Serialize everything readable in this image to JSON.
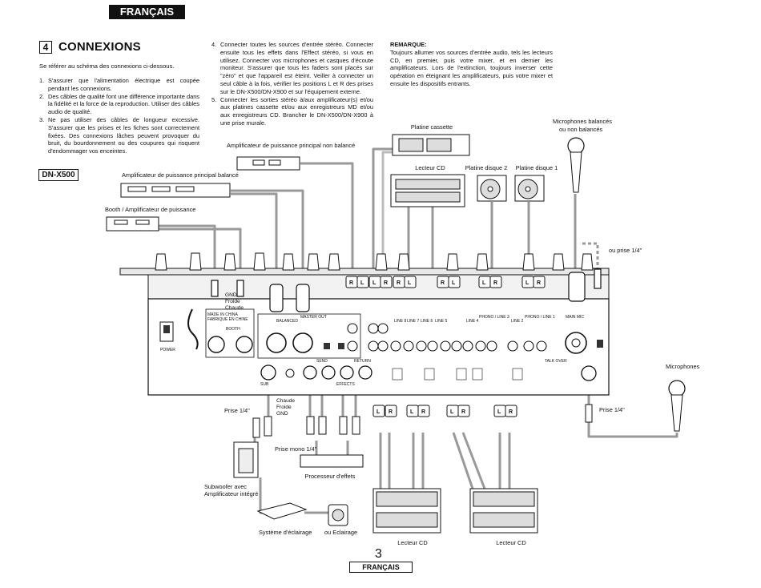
{
  "header": {
    "language_tab": "FRANÇAIS"
  },
  "section": {
    "number": "4",
    "title": "CONNEXIONS"
  },
  "intro": "Se référer au schéma des connexions ci-dessous.",
  "steps": [
    {
      "n": "1.",
      "text": "S'assurer que l'alimentation électrique est coupée pendant les connexions."
    },
    {
      "n": "2.",
      "text": "Des câbles de qualité font une différence importante dans la fidélité et la force de la reproduction. Utiliser des câbles audio de qualité."
    },
    {
      "n": "3.",
      "text": "Ne pas utiliser des câbles de longueur excessive. S'assurer que les prises et les fiches sont correctement fixées. Des connexions lâches peuvent provoquer du bruit, du bourdonnement ou des coupures qui risquent d'endommager vos enceintes."
    },
    {
      "n": "4.",
      "text": "Connecter toutes les sources d'entrée stéréo. Connecter ensuite tous les effets dans l'Effect stéréo, si vous en utilisez. Connecter vos microphones et casques d'écoute moniteur. S'assurer que tous les faders sont placés sur \"zéro\" et que l'appareil est éteint. Veiller à connecter un seul câble à la fois, vérifier les positions L et R des prises sur le DN-X500/DN-X900 et sur l'équipement externe."
    },
    {
      "n": "5.",
      "text": "Connecter les sorties stéréo à/aux amplificateur(s) et/ou aux platines cassette et/ou aux enregistreurs MD et/ou aux enregistreurs CD. Brancher le DN-X500/DN-X900 à une prise murale."
    }
  ],
  "remark": {
    "heading": "REMARQUE:",
    "text": "Toujours allumer vos sources d'entrée audio, tels les lecteurs CD, en premier, puis votre mixer, et en dernier les amplificateurs. Lors de l'extinction, toujours inverser cette opération en éteignant les amplificateurs, puis votre mixer et ensuite les dispositifs entrants."
  },
  "model_label": "DN-X500",
  "diagram": {
    "labels": {
      "platine_cassette": "Platine cassette",
      "lecteur_cd_top": "Lecteur CD",
      "platine_disque_2": "Platine disque 2",
      "platine_disque_1": "Platine disque 1",
      "mic_balanced": "Microphones balancés",
      "mic_balanced_2": "ou non balancés",
      "ou_prise": "ou prise 1/4\"",
      "amp_non_balance": "Amplificateur de puissance principal non balancé",
      "amp_balance": "Amplificateur de puissance principal balancé",
      "booth_amp": "Booth / Amplificateur de puissance",
      "gnd": "GND",
      "froide": "Froide",
      "chaude": "Chaude",
      "chaude2": "Chaude",
      "froide2": "Froide",
      "gnd2": "GND",
      "prise_left": "Prise 1/4\"",
      "prise_mono": "Prise mono 1/4\"",
      "processeur": "Processeur d'effets",
      "subwoofer": "Subwoofer avec",
      "subwoofer2": "Amplificateur intégré",
      "systeme_eclairage": "Système d'éclairage",
      "ou_eclairage": "ou Eclairage",
      "lecteur_cd_b1": "Lecteur CD",
      "lecteur_cd_b2": "Lecteur CD",
      "microphones": "Microphones",
      "prise_right": "Prise 1/4\"",
      "panel_power": "POWER",
      "panel_booth": "BOOTH",
      "panel_master_out": "MASTER OUT",
      "panel_balanced": "BALANCED",
      "panel_line8": "LINE 8",
      "panel_line7": "LINE 7",
      "panel_line6": "LINE 6",
      "panel_line5": "LINE 5",
      "panel_line4": "LINE 4",
      "panel_line3": "PHONO / LINE 3",
      "panel_line2": "LINE 2",
      "panel_line1": "PHONO / LINE 1",
      "panel_main_mic": "MAIN MIC",
      "panel_talk_over": "TALK OVER",
      "panel_effects": "EFFECTS",
      "panel_send": "SEND",
      "panel_return": "RETURN",
      "panel_sub": "SUB",
      "panel_made_in": "MADE IN CHINA",
      "panel_fab": "FABRIQUE EN CHINE",
      "plug_R": "R",
      "plug_L": "L"
    }
  },
  "footer": {
    "page_number": "3",
    "language_tab": "FRANÇAIS"
  }
}
